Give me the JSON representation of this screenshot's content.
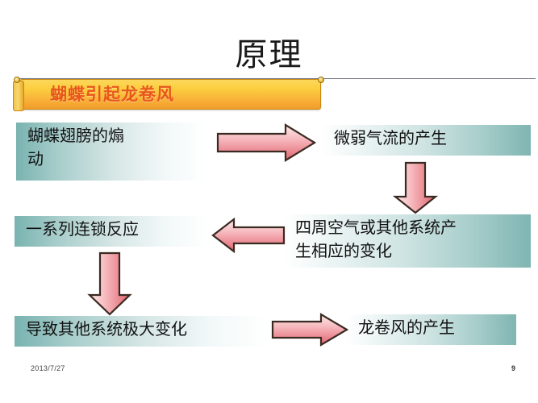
{
  "slide": {
    "title": "原理",
    "banner_label": "蝴蝶引起龙卷风",
    "footer_date": "2013/7/27",
    "page_number": "9"
  },
  "flow": {
    "boxes": [
      {
        "id": "flutter",
        "label": "蝴蝶翅膀的煽\n动"
      },
      {
        "id": "airflow",
        "label": "微弱气流的产生"
      },
      {
        "id": "surround",
        "label": "四周空气或其他系统产\n生相应的变化"
      },
      {
        "id": "chain",
        "label": "一系列连锁反应"
      },
      {
        "id": "greatchg",
        "label": "导致其他系统极大变化"
      },
      {
        "id": "tornado",
        "label": "龙卷风的产生"
      }
    ],
    "arrows": [
      {
        "id": "arrow-right-1",
        "direction": "right"
      },
      {
        "id": "arrow-down-1",
        "direction": "down"
      },
      {
        "id": "arrow-left-1",
        "direction": "left"
      },
      {
        "id": "arrow-down-2",
        "direction": "down"
      },
      {
        "id": "arrow-right-2",
        "direction": "right"
      }
    ]
  },
  "colors": {
    "banner_gradient_top": "#fbd75b",
    "banner_gradient_bottom": "#f29c2b",
    "banner_text": "#e8571c",
    "box_teal": "#79b3b0",
    "arrow_fill_light": "#fde7e7",
    "arrow_fill_dark": "#e8787f",
    "arrow_outline": "#3a2b22",
    "rule": "#7b7b8c"
  }
}
